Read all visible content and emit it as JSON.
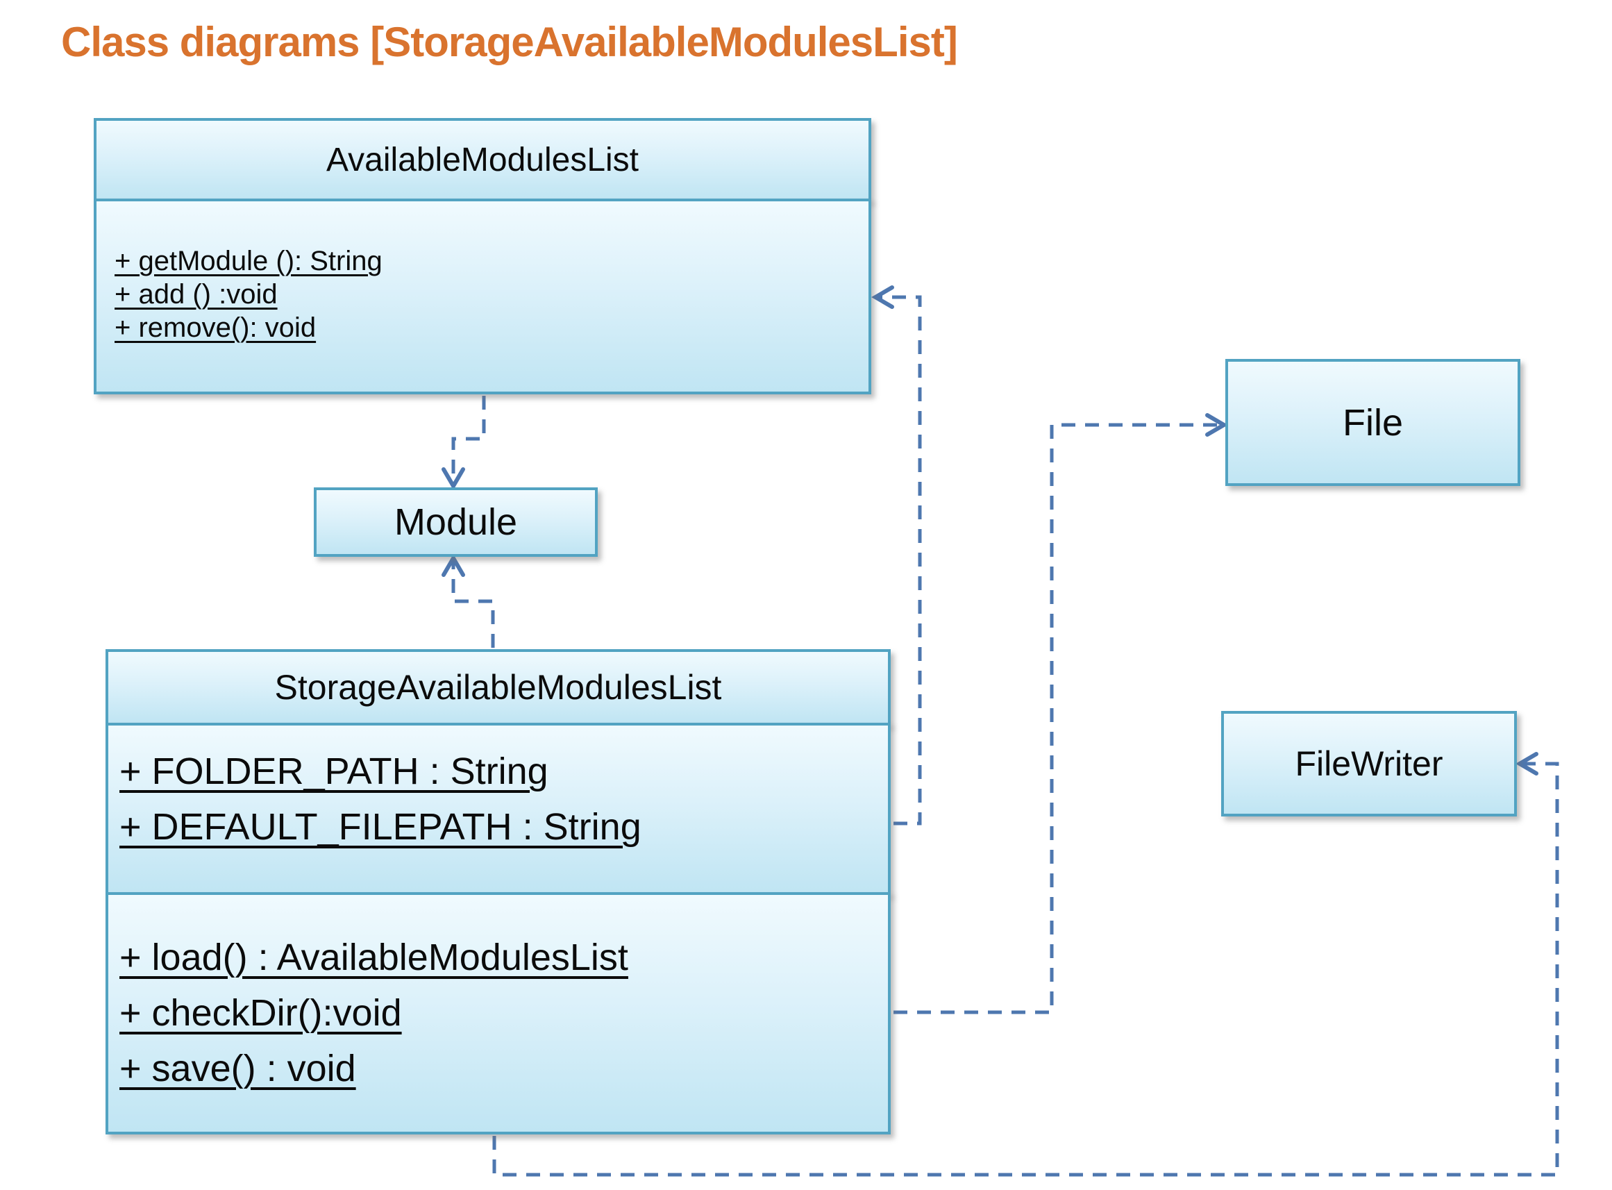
{
  "slide": {
    "title": "Class diagrams [StorageAvailableModulesList]"
  },
  "colors": {
    "title_text": "#d9732e",
    "box_border": "#52a3c2",
    "box_fill_top": "#f0fafe",
    "box_fill_bottom": "#c0e5f3",
    "connector": "#4e77af",
    "body_text": "#0b0b0b"
  },
  "classes": {
    "available_modules_list": {
      "title": "AvailableModulesList",
      "members": [
        "+ getModule (): String",
        "+ add () :void",
        "+ remove(): void"
      ]
    },
    "module": {
      "title": "Module"
    },
    "storage_available_modules_list": {
      "title": "StorageAvailableModulesList",
      "attributes": [
        "+ FOLDER_PATH : String",
        "+ DEFAULT_FILEPATH : String"
      ],
      "methods": [
        "+ load() : AvailableModulesList",
        "+ checkDir():void",
        "+ save() : void"
      ]
    },
    "file": {
      "title": "File"
    },
    "file_writer": {
      "title": "FileWriter"
    }
  },
  "connectors": [
    {
      "id": "aml-to-module",
      "style": "dashed",
      "from": "AvailableModulesList",
      "to": "Module"
    },
    {
      "id": "storage-to-module",
      "style": "dashed",
      "from": "StorageAvailableModulesList",
      "to": "Module"
    },
    {
      "id": "storage-to-aml",
      "style": "dashed",
      "from": "StorageAvailableModulesList",
      "to": "AvailableModulesList"
    },
    {
      "id": "storage-to-file",
      "style": "dashed",
      "from": "StorageAvailableModulesList",
      "to": "File"
    },
    {
      "id": "storage-to-filewriter",
      "style": "dashed",
      "from": "StorageAvailableModulesList",
      "to": "FileWriter"
    }
  ]
}
